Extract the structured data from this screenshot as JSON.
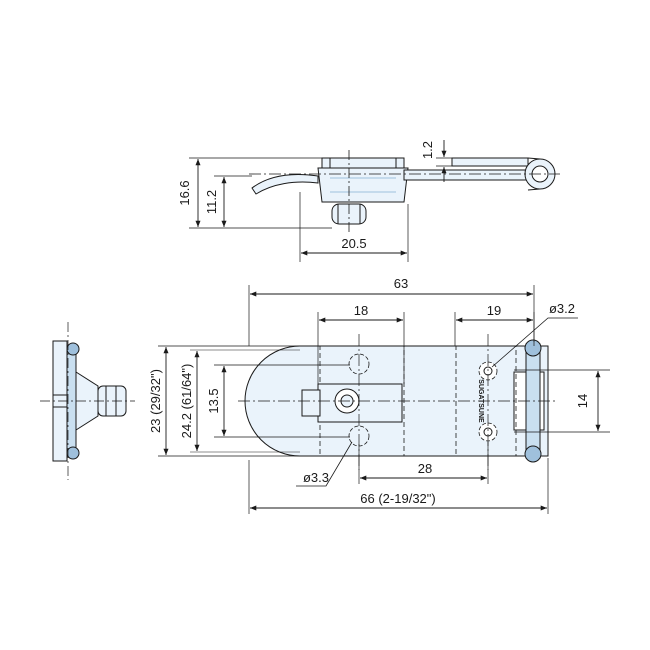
{
  "colors": {
    "line": "#1a1a1a",
    "part_fill": "#eaf3fb",
    "part_shade": "#c9dff0",
    "part_dark": "#9fc0dc"
  },
  "dimensions": {
    "side_thickness": "1.2",
    "side_height_total": "16.6",
    "side_height_body": "11.2",
    "side_base_width": "20.5",
    "overall_length": "63",
    "hole_spacing_left": "18",
    "hole_spacing_right": "19",
    "hole_dia_right": "ø3.2",
    "height_inner": "13.5",
    "height_mid": "24.2 (61/64\")",
    "height_outer": "23 (29/32\")",
    "height_right": "14",
    "hole_dia_left": "ø3.3",
    "bottom_span": "28",
    "overall_length_bottom": "66 (2-19/32\")"
  },
  "engraving": "SUGATSUNE"
}
